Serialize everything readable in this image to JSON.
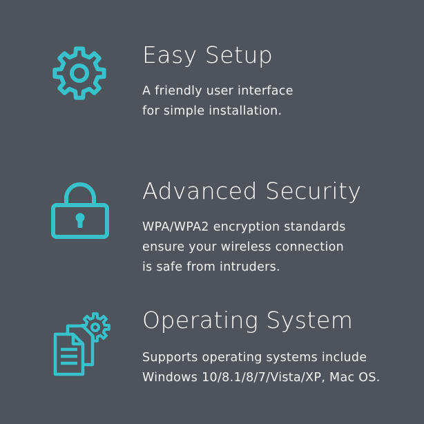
{
  "accent_color": "#37c2cc",
  "background_color": "#4f535b",
  "features": [
    {
      "icon": "gear-icon",
      "title": "Easy Setup",
      "lines": [
        "A friendly user interface",
        "for simple installation."
      ]
    },
    {
      "icon": "lock-icon",
      "title": "Advanced Security",
      "lines": [
        "WPA/WPA2 encryption standards",
        "ensure your wireless connection",
        "is safe from intruders."
      ]
    },
    {
      "icon": "documents-gear-icon",
      "title": "Operating System",
      "lines": [
        "Supports operating systems include",
        "Windows 10/8.1/8/7/Vista/XP, Mac OS."
      ]
    }
  ]
}
